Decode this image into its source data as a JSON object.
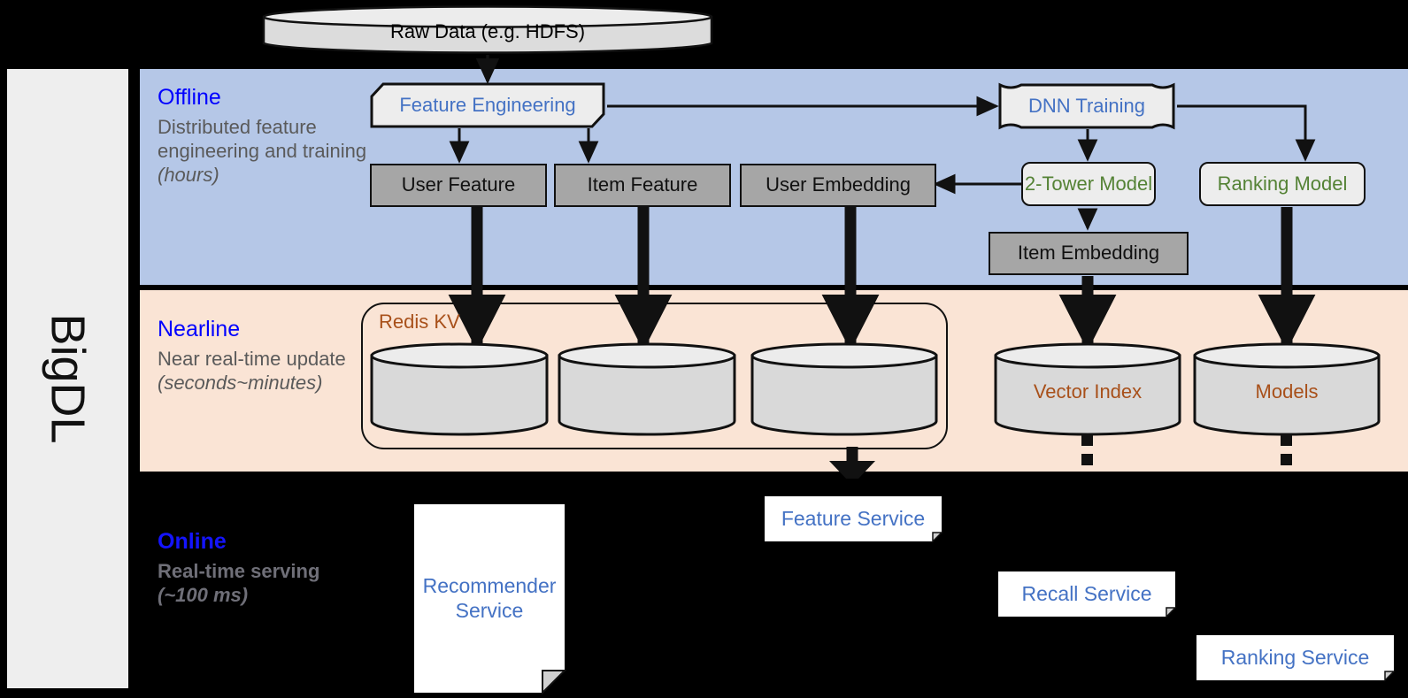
{
  "rail": {
    "label": "BigDL"
  },
  "bands": {
    "offline": {
      "title": "Offline",
      "desc_plain": "Distributed feature engineering and training ",
      "desc_italic": "(hours)"
    },
    "nearline": {
      "title": "Nearline",
      "desc_plain": "Near real-time update ",
      "desc_italic": "(seconds~minutes)"
    },
    "online": {
      "title": "Online",
      "desc_plain": "Real-time serving ",
      "desc_italic": "(~100 ms)"
    }
  },
  "nodes": {
    "raw_data": "Raw Data (e.g. HDFS)",
    "feature_engineering": "Feature Engineering",
    "dnn_training": "DNN Training",
    "user_feature": "User Feature",
    "item_feature": "Item Feature",
    "user_embedding": "User Embedding",
    "two_tower_model": "2-Tower Model",
    "ranking_model": "Ranking Model",
    "item_embedding": "Item Embedding",
    "redis_kv": "Redis KV",
    "vector_index": "Vector Index",
    "models": "Models",
    "feature_service": "Feature Service",
    "recall_service": "Recall Service",
    "ranking_service": "Ranking Service",
    "recommender_service": "Recommender Service"
  },
  "colors": {
    "offline_band": "#b5c7e7",
    "nearline_band": "#fae4d5",
    "online_band": "#000000",
    "rail": "#eeeeee",
    "band_title": "#0000ff",
    "band_desc": "#5a5a5a",
    "grey_box": "#a6a6a6",
    "light_box": "#ededed",
    "blue_text": "#4472c4",
    "green_text": "#548235",
    "brown_text": "#a8501a",
    "stroke": "#111111"
  }
}
